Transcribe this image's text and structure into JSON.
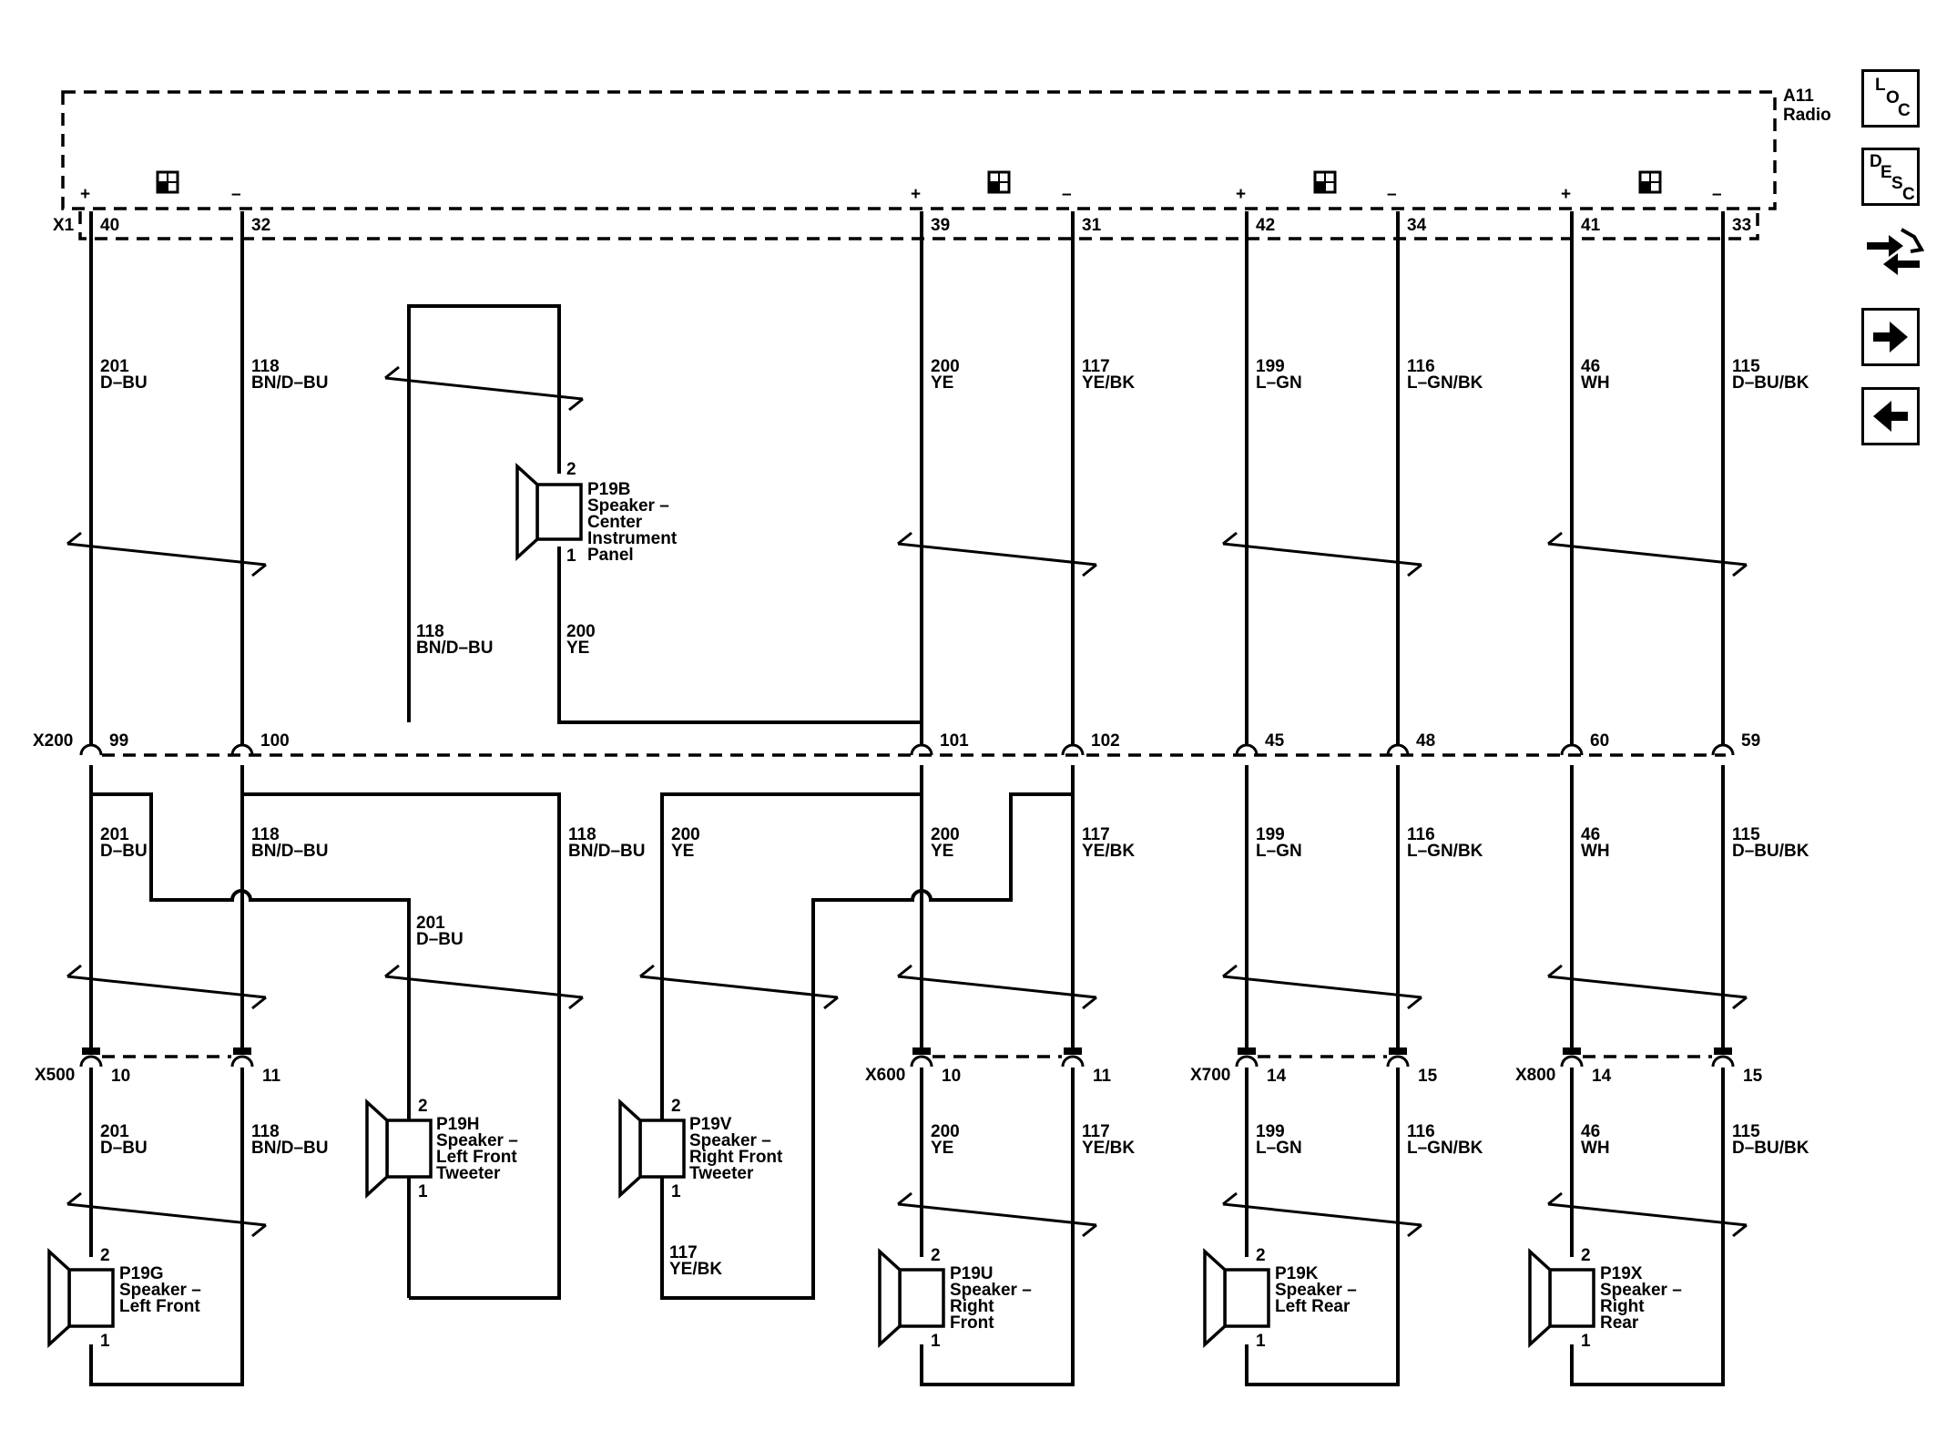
{
  "module": {
    "id": "A11",
    "name": "Radio",
    "connector": "X1"
  },
  "module_pins": [
    {
      "pin": "40",
      "polarity": "+"
    },
    {
      "pin": "32",
      "polarity": "–"
    },
    {
      "pin": "39",
      "polarity": "+"
    },
    {
      "pin": "31",
      "polarity": "–"
    },
    {
      "pin": "42",
      "polarity": "+"
    },
    {
      "pin": "34",
      "polarity": "–"
    },
    {
      "pin": "41",
      "polarity": "+"
    },
    {
      "pin": "33",
      "polarity": "–"
    }
  ],
  "upper_wires": [
    {
      "circuit": "201",
      "color": "D–BU"
    },
    {
      "circuit": "118",
      "color": "BN/D–BU"
    },
    {
      "circuit": "200",
      "color": "YE"
    },
    {
      "circuit": "117",
      "color": "YE/BK"
    },
    {
      "circuit": "199",
      "color": "L–GN"
    },
    {
      "circuit": "116",
      "color": "L–GN/BK"
    },
    {
      "circuit": "46",
      "color": "WH"
    },
    {
      "circuit": "115",
      "color": "D–BU/BK"
    }
  ],
  "center_speaker": {
    "id": "P19B",
    "name_lines": [
      "Speaker –",
      "Center",
      "Instrument",
      "Panel"
    ],
    "pin_top": "2",
    "pin_bottom": "1",
    "left_wire": {
      "circuit": "118",
      "color": "BN/D–BU"
    },
    "right_wire": {
      "circuit": "200",
      "color": "YE"
    }
  },
  "inline_x200": {
    "connector": "X200",
    "pins": [
      "99",
      "100",
      "101",
      "102",
      "45",
      "48",
      "60",
      "59"
    ]
  },
  "lower_wires": [
    {
      "circuit": "201",
      "color": "D–BU"
    },
    {
      "circuit": "118",
      "color": "BN/D–BU"
    },
    {
      "circuit": "118",
      "color": "BN/D–BU"
    },
    {
      "circuit": "200",
      "color": "YE"
    },
    {
      "circuit": "200",
      "color": "YE"
    },
    {
      "circuit": "117",
      "color": "YE/BK"
    },
    {
      "circuit": "199",
      "color": "L–GN"
    },
    {
      "circuit": "116",
      "color": "L–GN/BK"
    },
    {
      "circuit": "46",
      "color": "WH"
    },
    {
      "circuit": "115",
      "color": "D–BU/BK"
    }
  ],
  "tweeter_feed": {
    "circuit": "201",
    "color": "D–BU"
  },
  "tweeter_return": {
    "circuit": "117",
    "color": "YE/BK"
  },
  "door_connectors": [
    {
      "connector": "X500",
      "pins": [
        "10",
        "11"
      ]
    },
    {
      "connector": "X600",
      "pins": [
        "10",
        "11"
      ]
    },
    {
      "connector": "X700",
      "pins": [
        "14",
        "15"
      ]
    },
    {
      "connector": "X800",
      "pins": [
        "14",
        "15"
      ]
    }
  ],
  "bottom_wires": [
    {
      "circuit": "201",
      "color": "D–BU"
    },
    {
      "circuit": "118",
      "color": "BN/D–BU"
    },
    {
      "circuit": "200",
      "color": "YE"
    },
    {
      "circuit": "117",
      "color": "YE/BK"
    },
    {
      "circuit": "199",
      "color": "L–GN"
    },
    {
      "circuit": "116",
      "color": "L–GN/BK"
    },
    {
      "circuit": "46",
      "color": "WH"
    },
    {
      "circuit": "115",
      "color": "D–BU/BK"
    }
  ],
  "speakers": [
    {
      "id": "P19G",
      "name_lines": [
        "Speaker –",
        "Left Front"
      ],
      "pin_top": "2",
      "pin_bottom": "1"
    },
    {
      "id": "P19H",
      "name_lines": [
        "Speaker –",
        "Left Front",
        "Tweeter"
      ],
      "pin_top": "2",
      "pin_bottom": "1"
    },
    {
      "id": "P19V",
      "name_lines": [
        "Speaker –",
        "Right Front",
        "Tweeter"
      ],
      "pin_top": "2",
      "pin_bottom": "1"
    },
    {
      "id": "P19U",
      "name_lines": [
        "Speaker –",
        "Right",
        "Front"
      ],
      "pin_top": "2",
      "pin_bottom": "1"
    },
    {
      "id": "P19K",
      "name_lines": [
        "Speaker –",
        "Left Rear"
      ],
      "pin_top": "2",
      "pin_bottom": "1"
    },
    {
      "id": "P19X",
      "name_lines": [
        "Speaker –",
        "Right",
        "Rear"
      ],
      "pin_top": "2",
      "pin_bottom": "1"
    }
  ],
  "nav": {
    "loc": [
      "L",
      "O",
      "C"
    ],
    "desc": [
      "D",
      "E",
      "S",
      "C"
    ],
    "icons": [
      "connector-view-icon",
      "next-page-arrow-icon",
      "previous-page-arrow-icon"
    ]
  }
}
